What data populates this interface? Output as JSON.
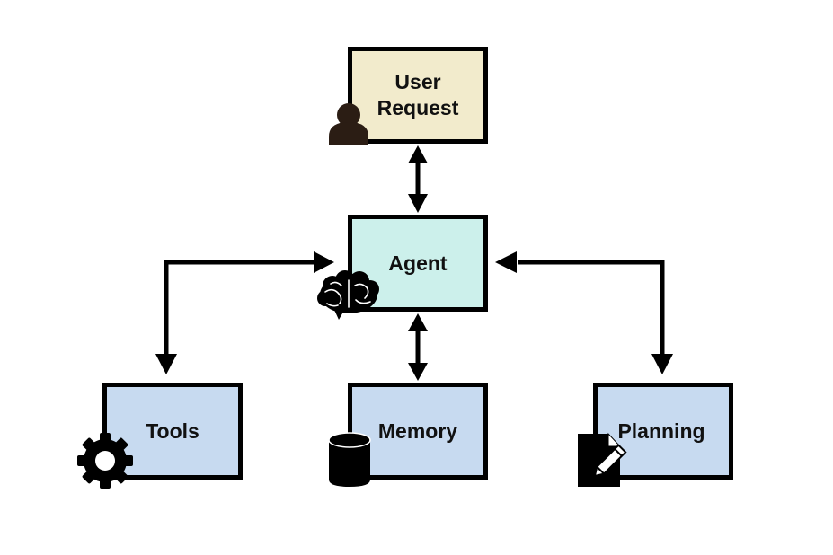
{
  "diagram": {
    "nodes": [
      {
        "id": "user",
        "label": "User\nRequest",
        "fill": "#f2ebcc",
        "icon": "person-icon"
      },
      {
        "id": "agent",
        "label": "Agent",
        "fill": "#ccf0eb",
        "icon": "brain-icon"
      },
      {
        "id": "tools",
        "label": "Tools",
        "fill": "#c7daf0",
        "icon": "gear-icon"
      },
      {
        "id": "memory",
        "label": "Memory",
        "fill": "#c7daf0",
        "icon": "database-icon"
      },
      {
        "id": "planning",
        "label": "Planning",
        "fill": "#c7daf0",
        "icon": "document-pencil-icon"
      }
    ],
    "edges": [
      {
        "from": "user",
        "to": "agent",
        "direction": "bidirectional"
      },
      {
        "from": "agent",
        "to": "tools",
        "direction": "bidirectional"
      },
      {
        "from": "agent",
        "to": "memory",
        "direction": "bidirectional"
      },
      {
        "from": "agent",
        "to": "planning",
        "direction": "bidirectional"
      }
    ],
    "colors": {
      "stroke": "#000000",
      "icon_person": "#2b1d14"
    }
  }
}
